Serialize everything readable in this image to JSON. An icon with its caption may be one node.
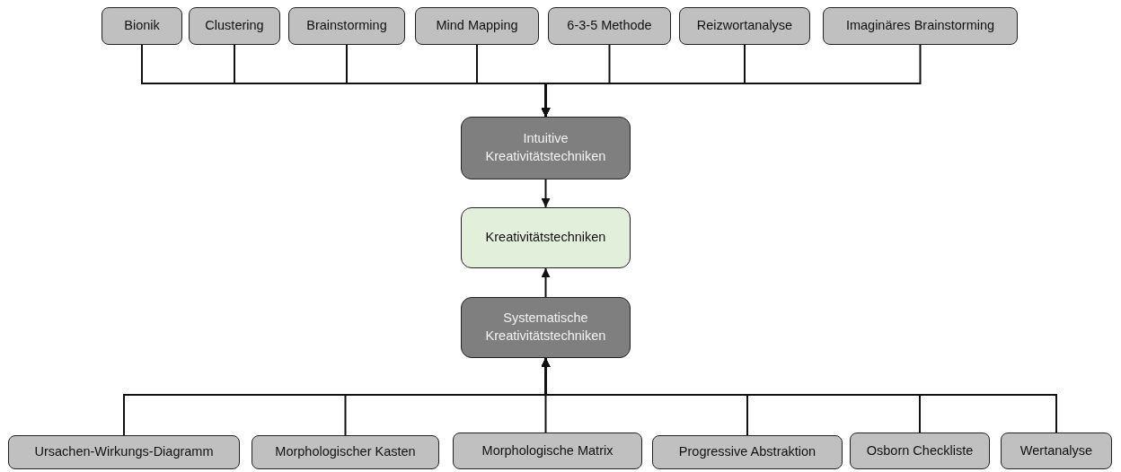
{
  "diagram": {
    "nodes": [
      {
        "text": [
          "Bionik"
        ]
      },
      {
        "text": [
          "Clustering"
        ]
      },
      {
        "text": [
          "Brainstorming"
        ]
      },
      {
        "text": [
          "Mind Mapping"
        ]
      },
      {
        "text": [
          "6-3-5 Methode"
        ]
      },
      {
        "text": [
          "Reizwortanalyse"
        ]
      },
      {
        "text": [
          "Imaginäres Brainstorming"
        ]
      },
      {
        "text": [
          "Intuitive Kreativitätstechniken"
        ]
      },
      {
        "text": [
          "Kreativitätstechniken"
        ]
      },
      {
        "text": [
          "Systematische Kreativitätstechniken"
        ]
      },
      {
        "text": [
          "Ursachen-Wirkungs-Diagramm"
        ]
      },
      {
        "text": [
          "Morphologischer Kasten"
        ]
      },
      {
        "text": [
          "Morphologische Matrix"
        ]
      },
      {
        "text": [
          "Progressive Abstraktion"
        ]
      },
      {
        "text": [
          "Osborn Checkliste"
        ]
      },
      {
        "text": [
          "Wertanalyse"
        ]
      }
    ],
    "edges": [
      {
        "from": 0,
        "to": 7,
        "arrow": "to"
      },
      {
        "from": 1,
        "to": 7,
        "arrow": "to"
      },
      {
        "from": 2,
        "to": 7,
        "arrow": "to"
      },
      {
        "from": 3,
        "to": 7,
        "arrow": "to"
      },
      {
        "from": 4,
        "to": 7,
        "arrow": "to"
      },
      {
        "from": 5,
        "to": 7,
        "arrow": "to"
      },
      {
        "from": 6,
        "to": 7,
        "arrow": "to"
      },
      {
        "from": 7,
        "to": 8,
        "arrow": "to"
      },
      {
        "from": 9,
        "to": 8,
        "arrow": "to"
      },
      {
        "from": 10,
        "to": 9,
        "arrow": "to"
      },
      {
        "from": 11,
        "to": 9,
        "arrow": "to"
      },
      {
        "from": 12,
        "to": 9,
        "arrow": "to"
      },
      {
        "from": 13,
        "to": 9,
        "arrow": "to"
      },
      {
        "from": 14,
        "to": 9,
        "arrow": "to"
      },
      {
        "from": 15,
        "to": 9,
        "arrow": "to"
      }
    ]
  }
}
